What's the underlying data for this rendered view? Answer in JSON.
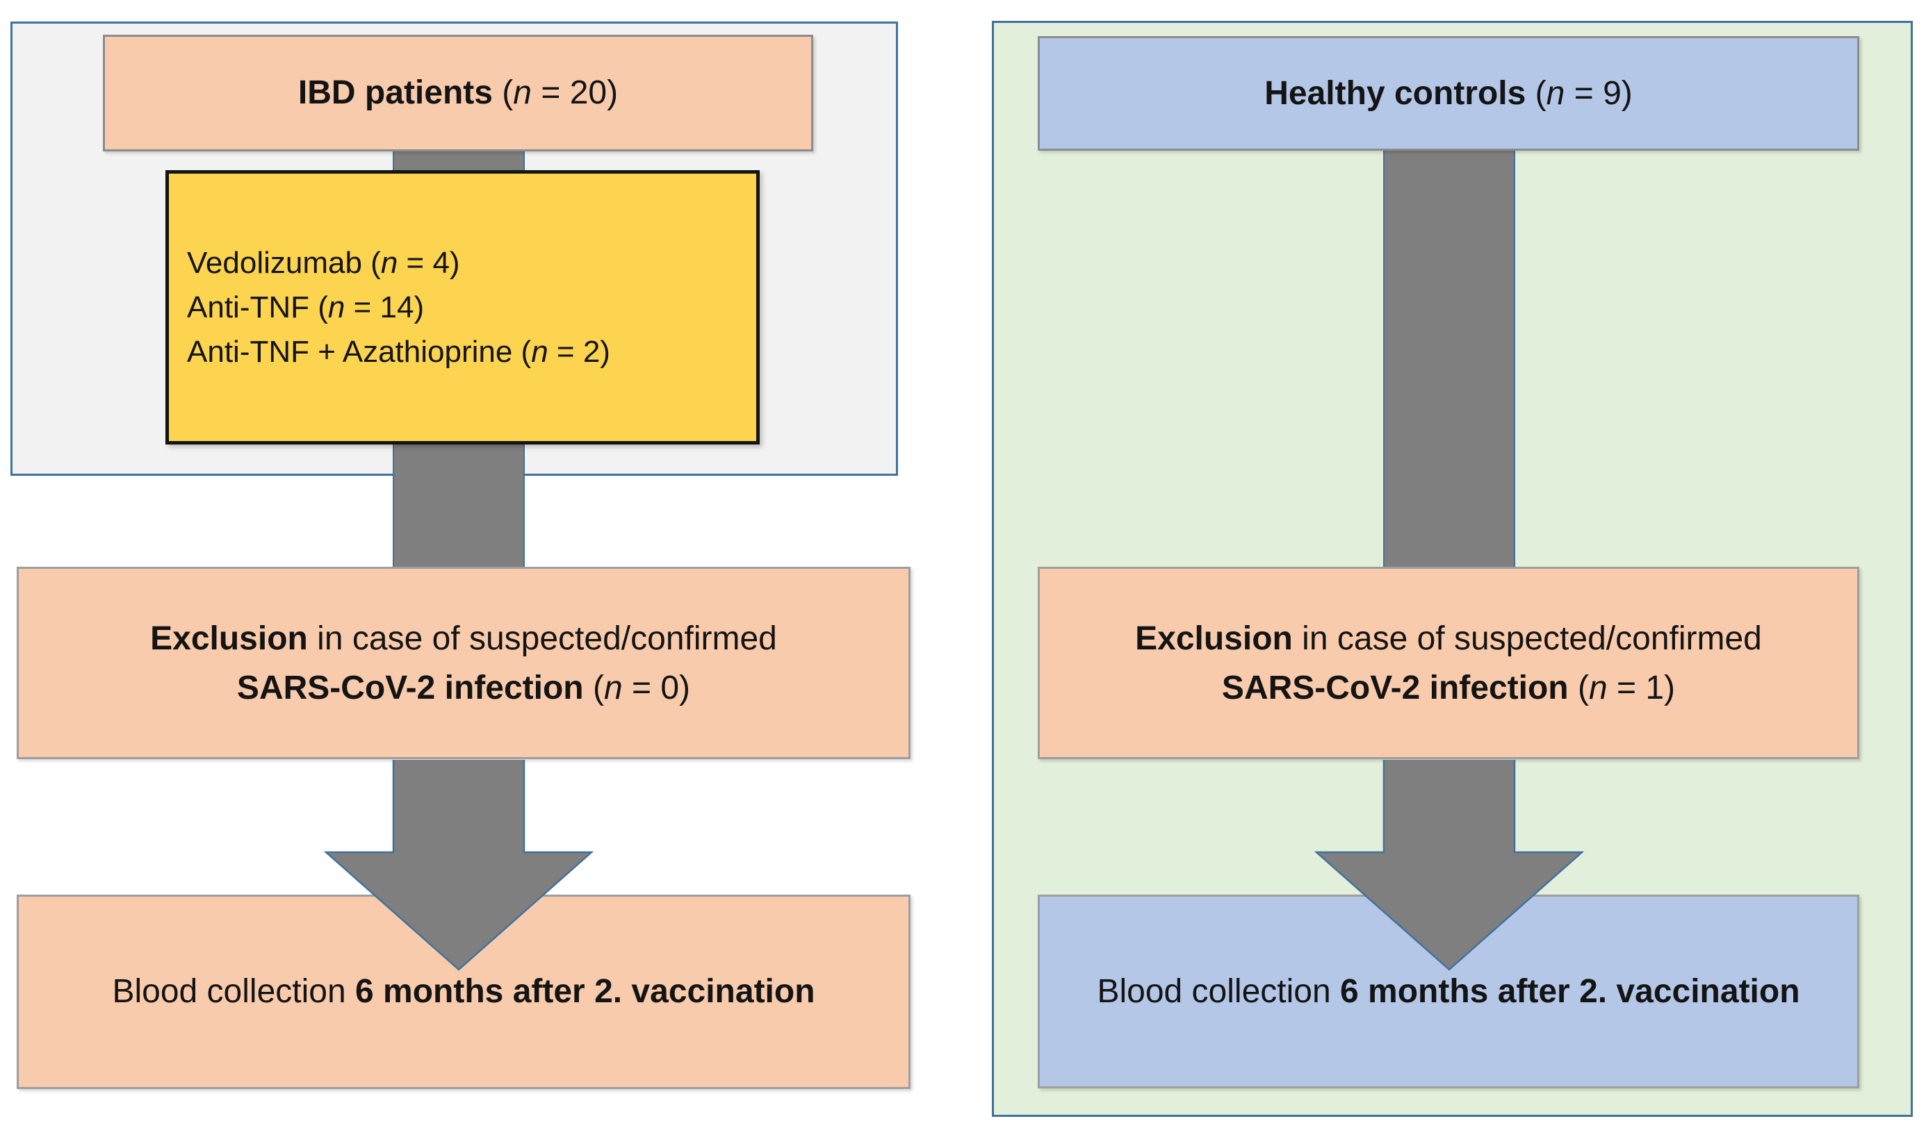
{
  "colors": {
    "panel_left_bg": "#F2F2F2",
    "panel_right_bg": "#E2EFDA",
    "panel_border": "#41719C",
    "peach_box_bg": "#F8CBAD",
    "blue_box_bg": "#B4C7E7",
    "yellow_box_bg": "#FCD450",
    "yellow_box_border": "#141414",
    "gray_border": "#8C8C8C",
    "arrow_fill": "#7F7F7F",
    "arrow_outline": "#41719C",
    "text": "#141414"
  },
  "left_arm": {
    "top_box_runs": [
      {
        "t": "IBD patients",
        "b": true
      },
      {
        "t": " ("
      },
      {
        "t": "n",
        "i": true
      },
      {
        "t": " = 20)"
      }
    ],
    "treatment_lines": [
      [
        {
          "t": "Vedolizumab ("
        },
        {
          "t": "n",
          "i": true
        },
        {
          "t": " = 4)"
        }
      ],
      [
        {
          "t": "Anti-TNF ("
        },
        {
          "t": "n",
          "i": true
        },
        {
          "t": " = 14)"
        }
      ],
      [
        {
          "t": "Anti-TNF + Azathioprine ("
        },
        {
          "t": "n",
          "i": true
        },
        {
          "t": " = 2)"
        }
      ]
    ],
    "exclusion_lines": [
      [
        {
          "t": "Exclusion",
          "b": true
        },
        {
          "t": " in case of suspected/confirmed"
        }
      ],
      [
        {
          "t": "SARS-CoV-2 infection",
          "b": true
        },
        {
          "t": " ("
        },
        {
          "t": "n",
          "i": true
        },
        {
          "t": " = 0)"
        }
      ]
    ],
    "blood_runs": [
      {
        "t": "Blood collection "
      },
      {
        "t": "6 months after 2. vaccination",
        "b": true
      }
    ]
  },
  "right_arm": {
    "top_box_runs": [
      {
        "t": "Healthy controls",
        "b": true
      },
      {
        "t": " ("
      },
      {
        "t": "n",
        "i": true
      },
      {
        "t": " = 9)"
      }
    ],
    "exclusion_lines": [
      [
        {
          "t": "Exclusion",
          "b": true
        },
        {
          "t": " in case of suspected/confirmed"
        }
      ],
      [
        {
          "t": "SARS-CoV-2 infection",
          "b": true
        },
        {
          "t": " ("
        },
        {
          "t": "n",
          "i": true
        },
        {
          "t": " = 1)"
        }
      ]
    ],
    "blood_runs": [
      {
        "t": "Blood collection "
      },
      {
        "t": "6 months after 2. vaccination",
        "b": true
      }
    ]
  }
}
